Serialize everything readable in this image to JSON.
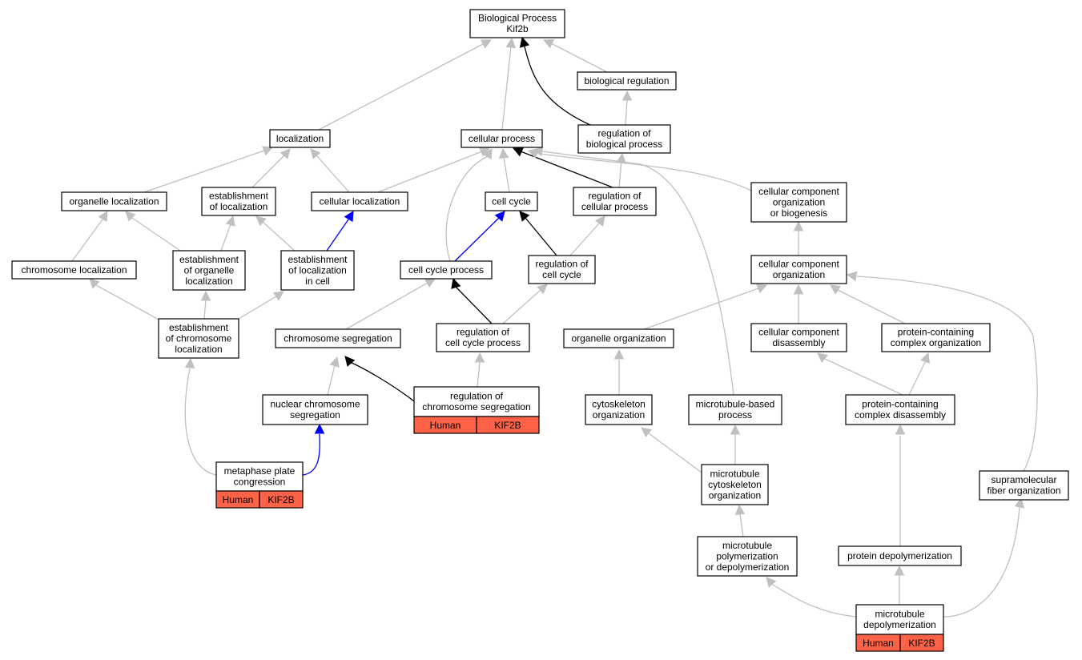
{
  "nodes": [
    {
      "id": "root",
      "lines": [
        "Biological Process",
        "Kif2b"
      ],
      "ann": null
    },
    {
      "id": "biological-regulation",
      "lines": [
        "biological regulation"
      ],
      "ann": null
    },
    {
      "id": "localization",
      "lines": [
        "localization"
      ],
      "ann": null
    },
    {
      "id": "cellular-process",
      "lines": [
        "cellular process"
      ],
      "ann": null
    },
    {
      "id": "regulation-of-biological-process",
      "lines": [
        "regulation of",
        "biological process"
      ],
      "ann": null
    },
    {
      "id": "organelle-localization",
      "lines": [
        "organelle localization"
      ],
      "ann": null
    },
    {
      "id": "establishment-of-localization",
      "lines": [
        "establishment",
        "of localization"
      ],
      "ann": null
    },
    {
      "id": "cellular-localization",
      "lines": [
        "cellular localization"
      ],
      "ann": null
    },
    {
      "id": "cell-cycle",
      "lines": [
        "cell cycle"
      ],
      "ann": null
    },
    {
      "id": "regulation-of-cellular-process",
      "lines": [
        "regulation of",
        "cellular process"
      ],
      "ann": null
    },
    {
      "id": "cellular-component-organization-or-biogenesis",
      "lines": [
        "cellular component",
        "organization",
        "or biogenesis"
      ],
      "ann": null
    },
    {
      "id": "chromosome-localization",
      "lines": [
        "chromosome localization"
      ],
      "ann": null
    },
    {
      "id": "establishment-of-organelle-localization",
      "lines": [
        "establishment",
        "of organelle",
        "localization"
      ],
      "ann": null
    },
    {
      "id": "establishment-of-localization-in-cell",
      "lines": [
        "establishment",
        "of localization",
        "in cell"
      ],
      "ann": null
    },
    {
      "id": "cell-cycle-process",
      "lines": [
        "cell cycle process"
      ],
      "ann": null
    },
    {
      "id": "regulation-of-cell-cycle",
      "lines": [
        "regulation of",
        "cell cycle"
      ],
      "ann": null
    },
    {
      "id": "cellular-component-organization",
      "lines": [
        "cellular component",
        "organization"
      ],
      "ann": null
    },
    {
      "id": "establishment-of-chromosome-localization",
      "lines": [
        "establishment",
        "of chromosome",
        "localization"
      ],
      "ann": null
    },
    {
      "id": "chromosome-segregation",
      "lines": [
        "chromosome segregation"
      ],
      "ann": null
    },
    {
      "id": "regulation-of-cell-cycle-process",
      "lines": [
        "regulation of",
        "cell cycle process"
      ],
      "ann": null
    },
    {
      "id": "organelle-organization",
      "lines": [
        "organelle organization"
      ],
      "ann": null
    },
    {
      "id": "cellular-component-disassembly",
      "lines": [
        "cellular component",
        "disassembly"
      ],
      "ann": null
    },
    {
      "id": "protein-containing-complex-organization",
      "lines": [
        "protein-containing",
        "complex organization"
      ],
      "ann": null
    },
    {
      "id": "nuclear-chromosome-segregation",
      "lines": [
        "nuclear chromosome",
        "segregation"
      ],
      "ann": null
    },
    {
      "id": "regulation-of-chromosome-segregation",
      "lines": [
        "regulation of",
        "chromosome segregation"
      ],
      "ann": [
        "Human",
        "KIF2B"
      ]
    },
    {
      "id": "cytoskeleton-organization",
      "lines": [
        "cytoskeleton",
        "organization"
      ],
      "ann": null
    },
    {
      "id": "microtubule-based-process",
      "lines": [
        "microtubule-based",
        "process"
      ],
      "ann": null
    },
    {
      "id": "protein-containing-complex-disassembly",
      "lines": [
        "protein-containing",
        "complex disassembly"
      ],
      "ann": null
    },
    {
      "id": "metaphase-plate-congression",
      "lines": [
        "metaphase plate",
        "congression"
      ],
      "ann": [
        "Human",
        "KIF2B"
      ]
    },
    {
      "id": "microtubule-cytoskeleton-organization",
      "lines": [
        "microtubule",
        "cytoskeleton",
        "organization"
      ],
      "ann": null
    },
    {
      "id": "supramolecular-fiber-organization",
      "lines": [
        "supramolecular",
        "fiber organization"
      ],
      "ann": null
    },
    {
      "id": "microtubule-polymerization-or-depolymerization",
      "lines": [
        "microtubule",
        "polymerization",
        "or depolymerization"
      ],
      "ann": null
    },
    {
      "id": "protein-depolymerization",
      "lines": [
        "protein depolymerization"
      ],
      "ann": null
    },
    {
      "id": "microtubule-depolymerization",
      "lines": [
        "microtubule",
        "depolymerization"
      ],
      "ann": [
        "Human",
        "KIF2B"
      ]
    }
  ],
  "edge_colors": {
    "is_a": "#c0c0c0",
    "part_of": "#0000ff",
    "regulates": "#000000"
  }
}
